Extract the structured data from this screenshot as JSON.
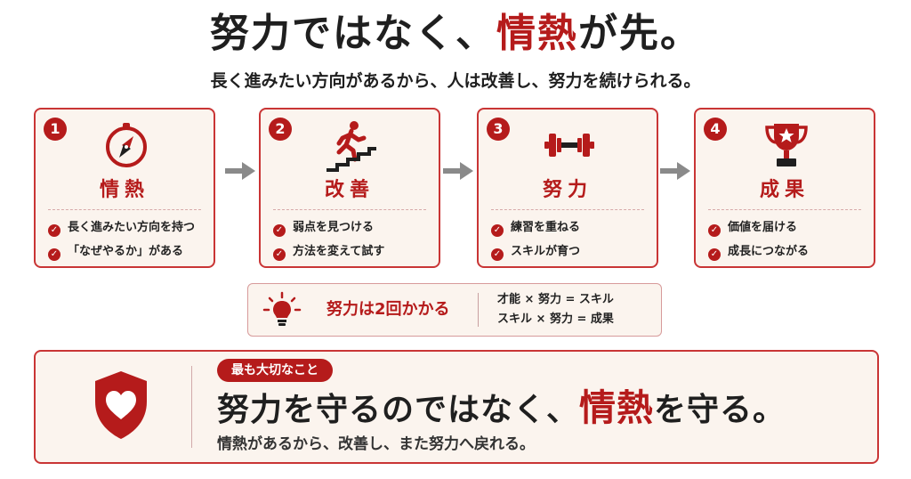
{
  "header": {
    "title_before": "努力ではなく、",
    "title_accent": "情熱",
    "title_after": "が先。",
    "subtitle": "長く進みたい方向があるから、人は改善し、努力を続けられる。"
  },
  "cards": [
    {
      "number": "1",
      "title": "情熱",
      "icon": "compass-icon",
      "items": [
        "長く進みたい方向を持つ",
        "「なぜやるか」がある"
      ]
    },
    {
      "number": "2",
      "title": "改善",
      "icon": "runner-stairs-icon",
      "items": [
        "弱点を見つける",
        "方法を変えて試す"
      ]
    },
    {
      "number": "3",
      "title": "努力",
      "icon": "dumbbell-icon",
      "items": [
        "練習を重ねる",
        "スキルが育つ"
      ]
    },
    {
      "number": "4",
      "title": "成果",
      "icon": "trophy-icon",
      "items": [
        "価値を届ける",
        "成長につながる"
      ]
    }
  ],
  "tip": {
    "icon": "lightbulb-icon",
    "label": "努力は2回かかる",
    "formulas": [
      "才能 × 努力 = スキル",
      "スキル × 努力 = 成果"
    ]
  },
  "bottom": {
    "icon": "heart-shield-icon",
    "pill": "最も大切なこと",
    "main_before": "努力を守るのではなく、",
    "main_accent": "情熱",
    "main_after": "を守る。",
    "sub": "情熱があるから、改善し、また努力へ戻れる。"
  },
  "colors": {
    "accent": "#b51b1b",
    "card_bg": "#fbf4ee",
    "arrow": "#8a8a8a"
  }
}
